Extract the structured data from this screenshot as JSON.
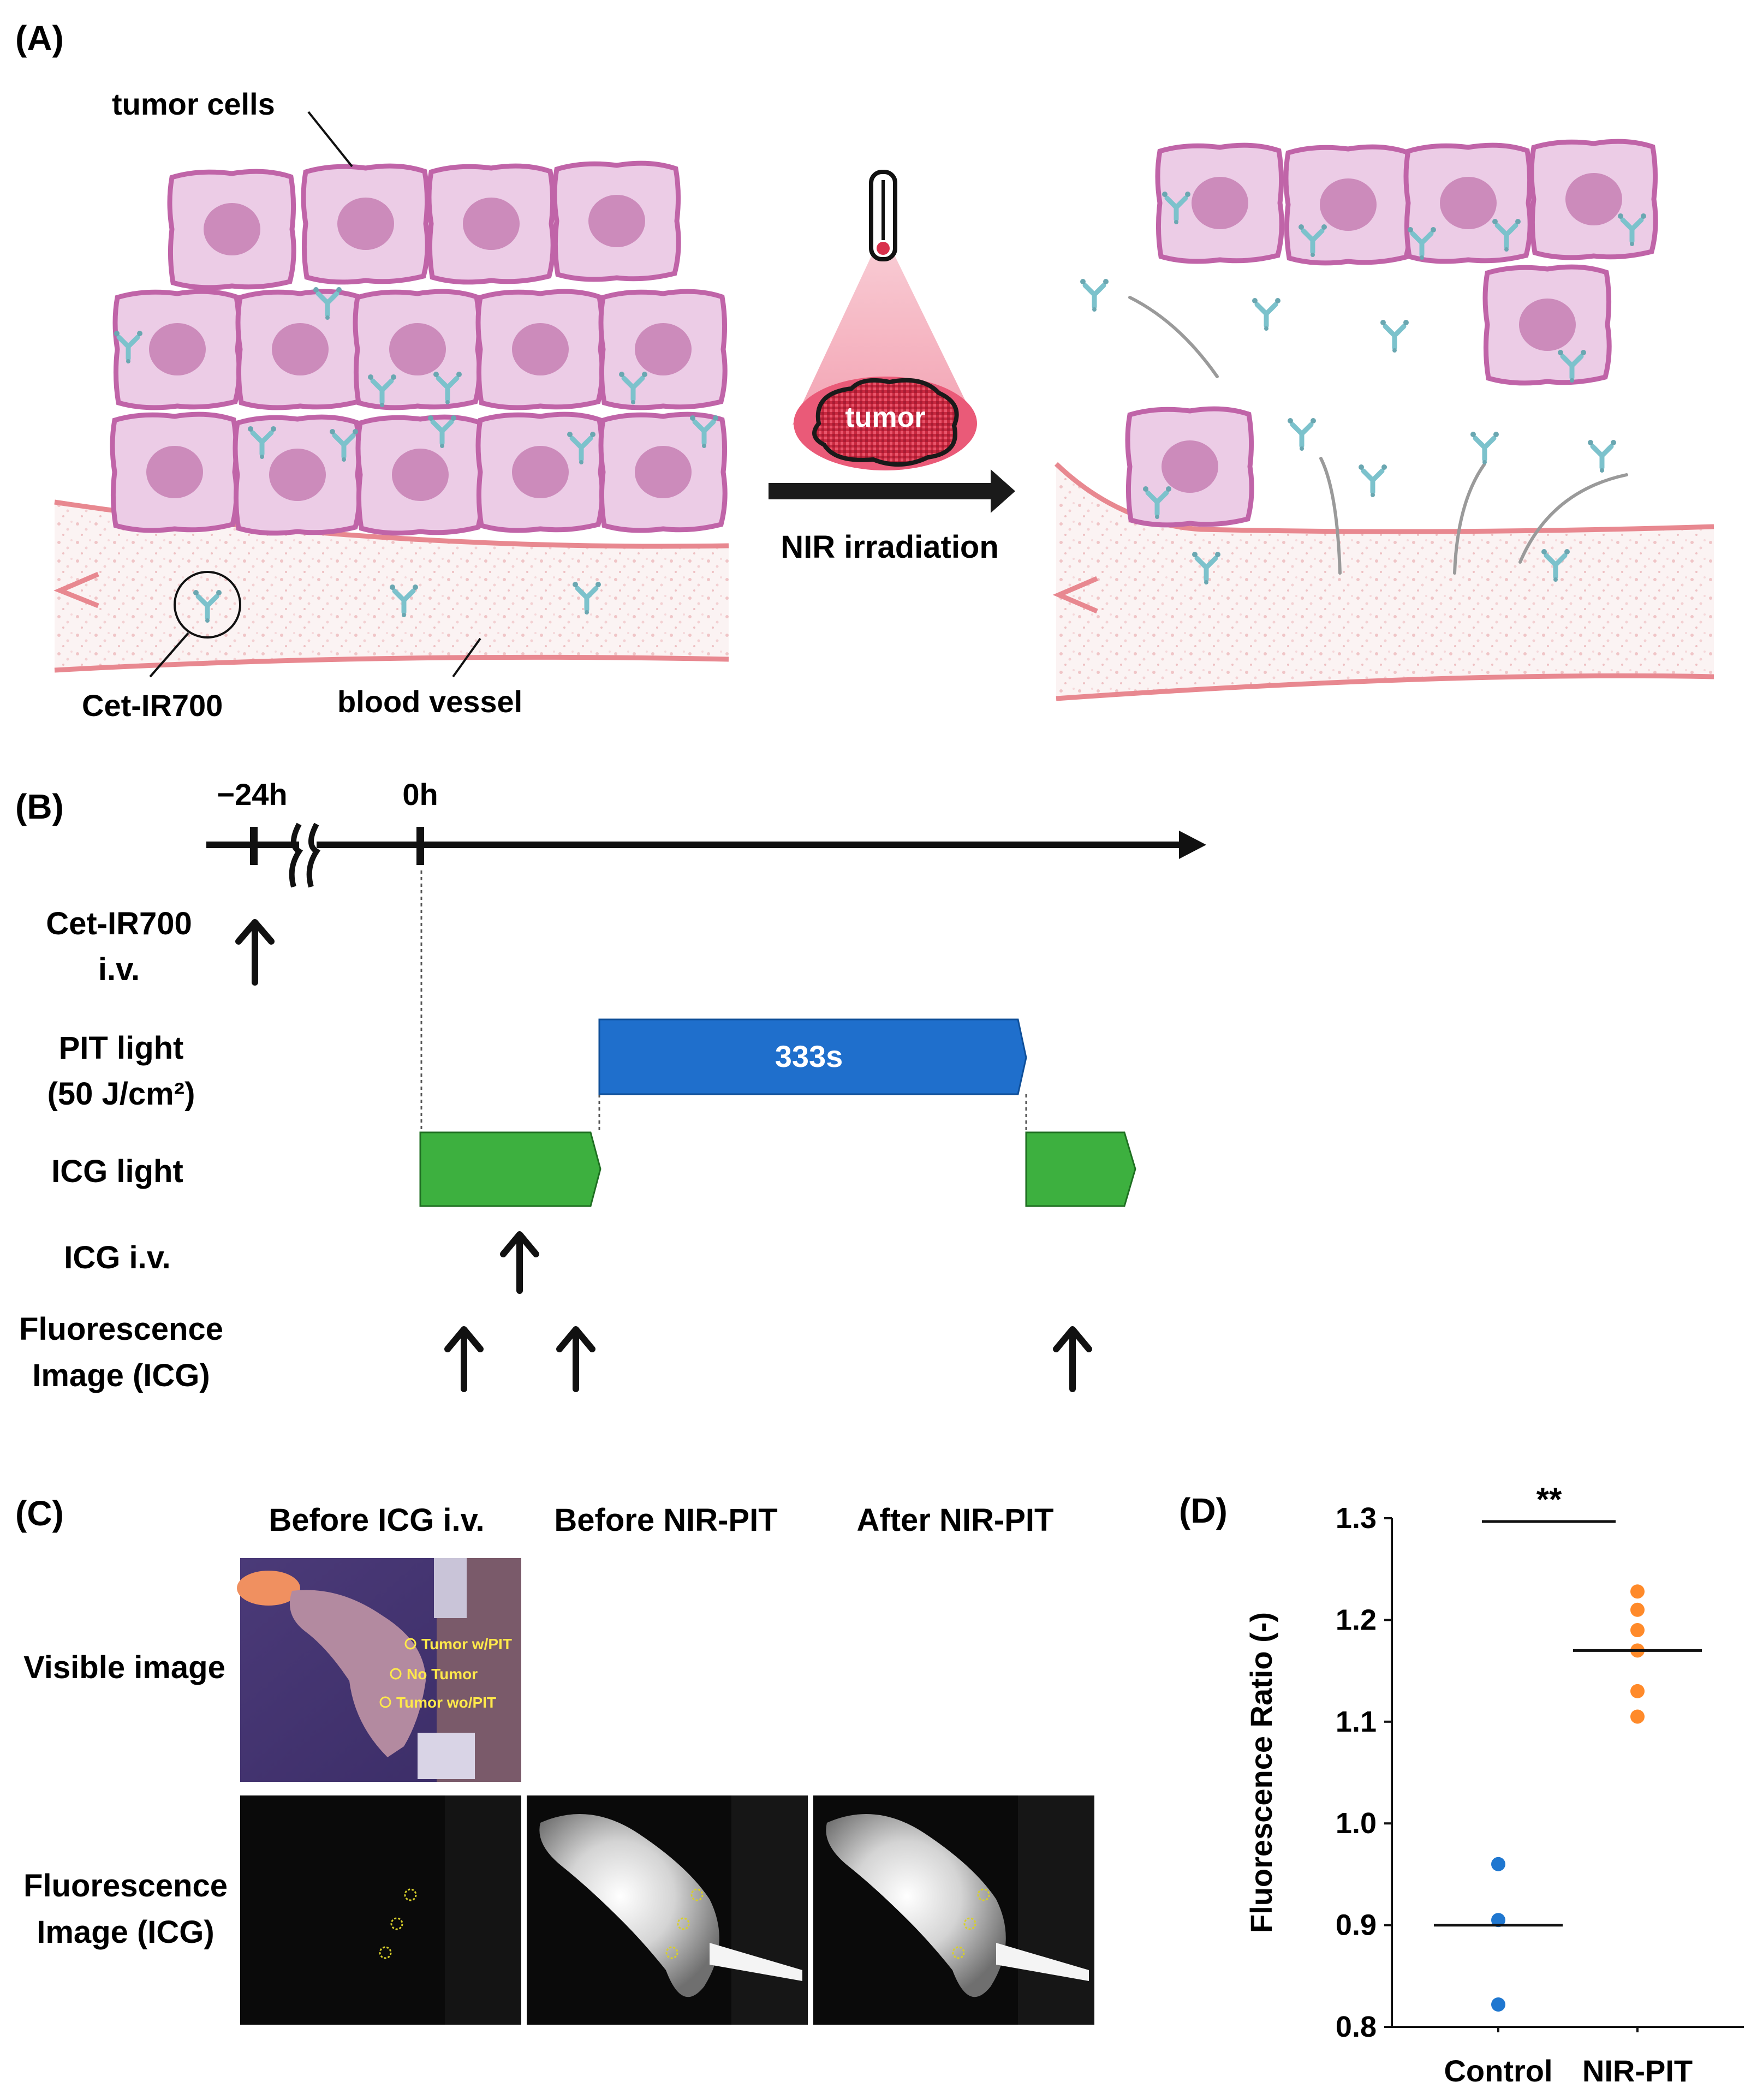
{
  "panels": {
    "a": {
      "label": "(A)",
      "tumor_cells": "tumor cells",
      "cet_ir700": "Cet-IR700",
      "blood_vessel": "blood vessel",
      "tumor": "tumor",
      "nir_irradiation": "NIR irradiation"
    },
    "b": {
      "label": "(B)",
      "t_minus24": "−24h",
      "t_zero": "0h",
      "rows": {
        "cet_line1": "Cet-IR700",
        "cet_line2": "i.v.",
        "pit_line1": "PIT light",
        "pit_line2": "(50 J/cm²)",
        "icg_light": "ICG light",
        "icg_iv": "ICG i.v.",
        "fluo_line1": "Fluorescence",
        "fluo_line2": "Image (ICG)"
      },
      "pit_duration": "333s",
      "colors": {
        "pit": "#1f6fcc",
        "icg": "#3db03f"
      }
    },
    "c": {
      "label": "(C)",
      "columns": [
        "Before ICG i.v.",
        "Before NIR-PIT",
        "After NIR-PIT"
      ],
      "row_visible": "Visible image",
      "row_fluo_line1": "Fluorescence",
      "row_fluo_line2": "Image (ICG)",
      "legend": [
        "Tumor w/PIT",
        "No Tumor",
        "Tumor wo/PIT"
      ]
    },
    "d": {
      "label": "(D)"
    }
  },
  "chart_data": {
    "type": "scatter",
    "title": "",
    "xlabel": "",
    "ylabel": "Fluorescence Ratio (-)",
    "ylim": [
      0.8,
      1.3
    ],
    "yticks": [
      "0.8",
      "0.9",
      "1.0",
      "1.1",
      "1.2",
      "1.3"
    ],
    "categories": [
      "Control",
      "NIR-PIT"
    ],
    "series": [
      {
        "category": "Control",
        "color": "#1f77d0",
        "values": [
          0.96,
          0.905,
          0.822
        ],
        "mean": 0.9
      },
      {
        "category": "NIR-PIT",
        "color": "#ff8a2a",
        "values": [
          1.228,
          1.21,
          1.19,
          1.17,
          1.13,
          1.105
        ],
        "mean": 1.17
      }
    ],
    "significance": "**"
  }
}
